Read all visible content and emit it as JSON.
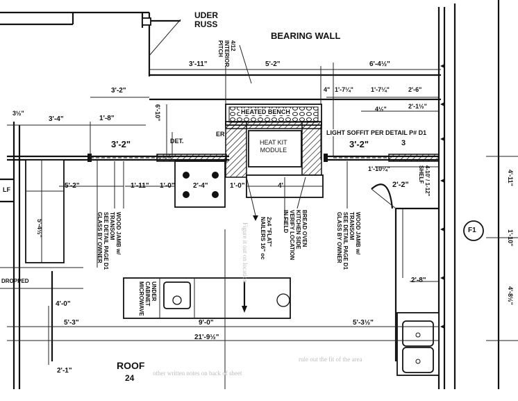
{
  "labels": {
    "top_truss": "UDER\nRUSS",
    "bearing_wall": "BEARING WALL",
    "interior_pitch": "4/12\nINTERIOR\nPITCH",
    "heated_bench": "HEATED BENCH",
    "heat_kit": "HEAT KIT\nMODULE",
    "light_soffit": "LIGHT SOFFIT PER DETAIL P# D1",
    "wood_jamb_left": "WOOD JAMB w/\nTRANSOM\nSEE DETAIL PAGE D1\nGLASS BY OWNER",
    "nailers": "2x4 \"FLAT\"\nNAILERS 16\" oc",
    "bread_oven": "BREAD OVEN\nKITCHEN SIDE\nVERIFY LOCATION\nIN FIELD",
    "wood_jamb_right": "WOOD JAMB w/\nTRANSOM\nSEE DETAIL PAGE D1\nGLASS BY OWNER",
    "microwave": "UNDER\nCABINET\nMICROWAVE",
    "shelf": "4-10' / 1-12\"\nSHELF",
    "dropped": "DROPPED",
    "roof": "ROOF",
    "roof_sub": "24",
    "er_cut": "ER",
    "det_cut": "DET.",
    "section_marker": "F1",
    "lf": "LF"
  },
  "dimensions": {
    "d_3_11": "3'-11\"",
    "d_5_2_top": "5'-2\"",
    "d_6_4": "6'-4½\"",
    "d_3_2_a": "3'-2\"",
    "d_3_2_b": "3'-2\"",
    "d_3_2_c": "3'-2\"",
    "d_3_4": "3'-4\"",
    "d_1_8": "1'-8\"",
    "d_3_half": "3½\"",
    "d_6_10": "6'-10\"",
    "d_4": "4\"",
    "d_1_74": "1'-7¼\"",
    "d_1_74b": "1'-7¼\"",
    "d_2_6": "2'-6\"",
    "d_4_half": "4½\"",
    "d_2_12": "2'-1½\"",
    "d_1_10_b": "1'-10¼\"",
    "d_2_2": "2'-2\"",
    "d_5_2_left": "5'-2\"",
    "d_1_11": "1'-11\"",
    "d_1_0": "1'-0\"",
    "d_2_4": "2'-4\"",
    "d_1_0b": "1'-0\"",
    "d_4_b": "4'",
    "d_5_4": "5'-4½\"",
    "d_2_8": "2'-8\"",
    "d_4_0": "4'-0\"",
    "d_5_3": "5'-3\"",
    "d_9_0": "9'-0\"",
    "d_5_3h": "5'-3½\"",
    "d_21_9": "21'-9½\"",
    "d_2_1": "2'-1\"",
    "d_right_1": "4'-11\"",
    "d_right_2": "1'-10\"",
    "d_right_3": "4'-8½\"",
    "d_3": "3"
  }
}
